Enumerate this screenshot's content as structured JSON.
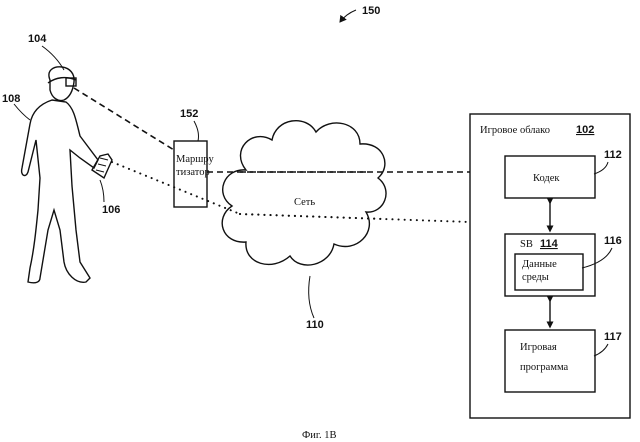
{
  "figure": {
    "caption": "Фиг. 1В",
    "system_ref": "150"
  },
  "user": {
    "ref": "108",
    "headset_ref": "104",
    "controller_ref": "106"
  },
  "router": {
    "ref": "152",
    "label_line1": "Маршру",
    "label_line2": "тизатор"
  },
  "network": {
    "ref": "110",
    "label": "Сеть"
  },
  "cloud": {
    "title": "Игровое облако",
    "ref": "102",
    "codec": {
      "label": "Кодек",
      "ref": "112"
    },
    "state_buffer": {
      "label": "SB",
      "ref": "114"
    },
    "env_data": {
      "label_line1": "Данные",
      "label_line2": "среды",
      "ref": "116"
    },
    "game_program": {
      "label_line1": "Игровая",
      "label_line2": "программа",
      "ref": "117"
    }
  }
}
